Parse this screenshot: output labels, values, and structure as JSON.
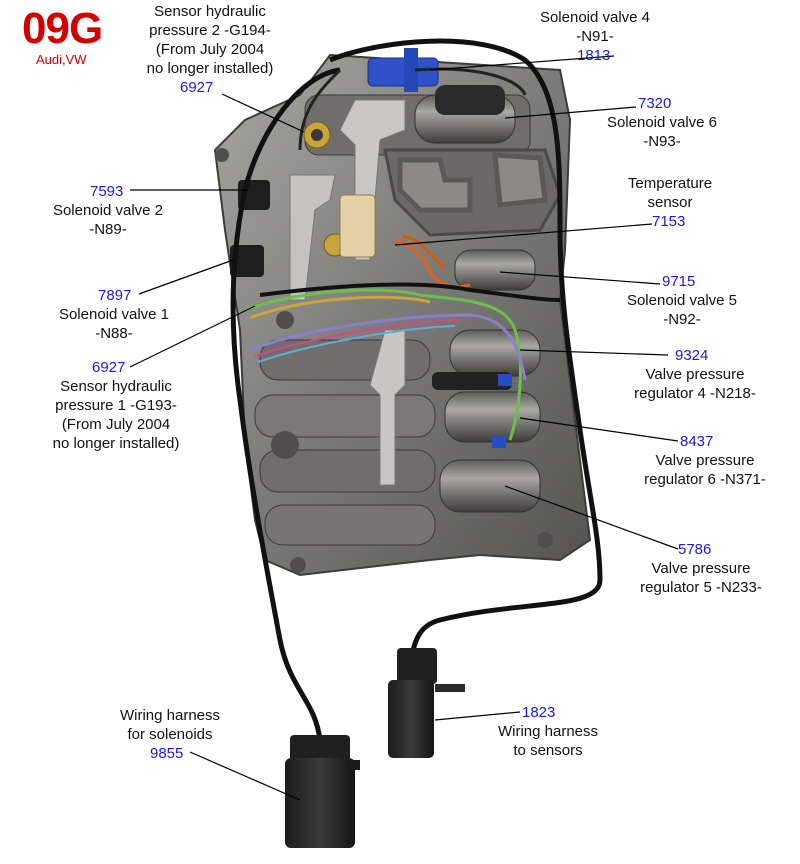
{
  "header": {
    "code": "09G",
    "makes": "Audi,VW"
  },
  "callouts": [
    {
      "id": "g194",
      "code": "6927",
      "lines": [
        "Sensor hydraulic",
        "pressure 2 -G194-",
        "(From July 2004",
        "no longer installed)"
      ]
    },
    {
      "id": "n91",
      "code": "1813",
      "lines": [
        "Solenoid valve 4",
        "-N91-"
      ]
    },
    {
      "id": "n93",
      "code": "7320",
      "lines": [
        "Solenoid valve 6",
        "-N93-"
      ]
    },
    {
      "id": "n89",
      "code": "7593",
      "lines": [
        "Solenoid valve 2",
        "-N89-"
      ]
    },
    {
      "id": "temp",
      "code": "7153",
      "lines": [
        "Temperature",
        "sensor"
      ]
    },
    {
      "id": "n92",
      "code": "9715",
      "lines": [
        "Solenoid valve 5",
        "-N92-"
      ]
    },
    {
      "id": "n88",
      "code": "7897",
      "lines": [
        "Solenoid valve 1",
        "-N88-"
      ]
    },
    {
      "id": "g193",
      "code": "6927",
      "lines": [
        "Sensor hydraulic",
        "pressure 1 -G193-",
        "(From July 2004",
        "no longer installed)"
      ]
    },
    {
      "id": "n218",
      "code": "9324",
      "lines": [
        "Valve pressure",
        "regulator 4 -N218-"
      ]
    },
    {
      "id": "n371",
      "code": "8437",
      "lines": [
        "Valve pressure",
        "regulator 6 -N371-"
      ]
    },
    {
      "id": "n233",
      "code": "5786",
      "lines": [
        "Valve pressure",
        "regulator 5 -N233-"
      ]
    },
    {
      "id": "harness-sensors",
      "code": "1823",
      "lines": [
        "Wiring harness",
        "to sensors"
      ]
    },
    {
      "id": "harness-solenoids",
      "code": "9855",
      "lines": [
        "Wiring harness",
        "for solenoids"
      ]
    }
  ],
  "colors": {
    "brand": "#d40000",
    "part_code": "#1a1ad6",
    "body_metal": "#7d7c78",
    "wire": "#111111"
  }
}
